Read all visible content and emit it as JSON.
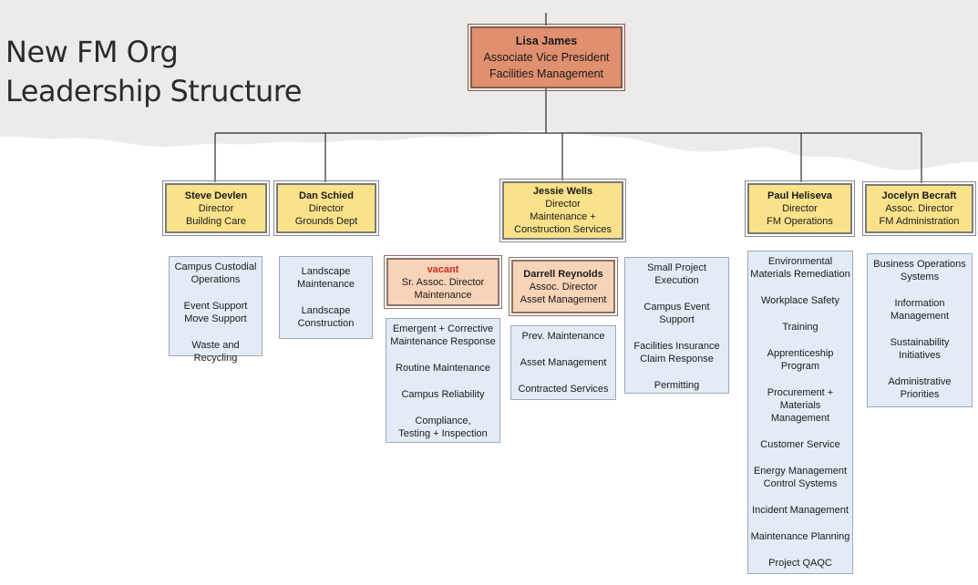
{
  "header": {
    "title_line1": "New FM Org",
    "title_line2": "Leadership Structure"
  },
  "top": {
    "name": "Lisa James",
    "title1": "Associate Vice President",
    "title2": "Facilities Management"
  },
  "directors": [
    {
      "name": "Steve Devlen",
      "title": "Director",
      "dept": "Building Care"
    },
    {
      "name": "Dan Schied",
      "title": "Director",
      "dept": "Grounds Dept"
    },
    {
      "name": "Jessie Wells",
      "title": "Director",
      "dept1": "Maintenance +",
      "dept2": "Construction Services"
    },
    {
      "name": "Paul Heliseva",
      "title": "Director",
      "dept": "FM Operations"
    },
    {
      "name": "Jocelyn Becraft",
      "title": "Assoc. Director",
      "dept": "FM Administration"
    }
  ],
  "sub_managers": {
    "vacant": {
      "name": "vacant",
      "title1": "Sr. Assoc. Director",
      "title2": "Maintenance"
    },
    "reynolds": {
      "name": "Darrell Reynolds",
      "title1": "Assoc. Director",
      "title2": "Asset Management"
    }
  },
  "functions": {
    "devlen": [
      "Campus Custodial",
      "Operations",
      "Event Support",
      "Move Support",
      "Waste and Recycling"
    ],
    "schied": [
      "Landscape",
      "Maintenance",
      "Landscape",
      "Construction"
    ],
    "vacant": [
      "Emergent + Corrective",
      "Maintenance Response",
      "Routine Maintenance",
      "Campus Reliability",
      "Compliance,",
      "Testing + Inspection"
    ],
    "reynolds": [
      "Prev. Maintenance",
      "Asset Management",
      "Contracted Services"
    ],
    "wells": [
      "Small Project",
      "Execution",
      "Campus Event",
      "Support",
      "Facilities Insurance",
      "Claim Response",
      "Permitting"
    ],
    "heliseva": [
      "Environmental",
      "Materials Remediation",
      "Workplace Safety",
      "Training",
      "Apprenticeship",
      "Program",
      "Procurement +",
      "Materials",
      "Management",
      "Customer Service",
      "Energy Management",
      "Control Systems",
      "Incident Management",
      "Maintenance Planning",
      "Project QAQC"
    ],
    "becraft": [
      "Business Operations",
      "Systems",
      "Information",
      "Management",
      "Sustainability",
      "Initiatives",
      "Administrative",
      "Priorities"
    ]
  }
}
